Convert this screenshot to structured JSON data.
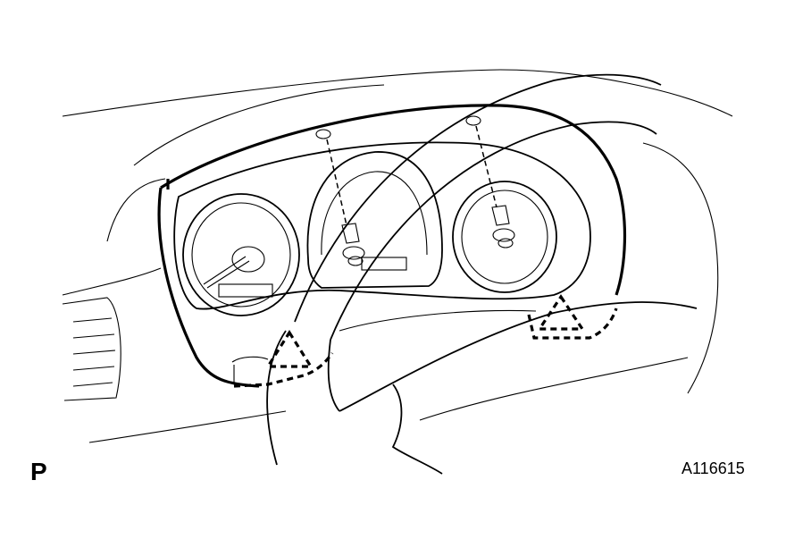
{
  "figure": {
    "panel_letter": "P",
    "figure_id": "A116615"
  },
  "callouts": [
    {
      "name": "left-lower-clip",
      "marker": "dashed-triangle"
    },
    {
      "name": "right-lower-clip",
      "marker": "dashed-triangle"
    },
    {
      "name": "upper-left-screw",
      "marker": "dashed-leader"
    },
    {
      "name": "upper-right-screw",
      "marker": "dashed-leader"
    }
  ]
}
